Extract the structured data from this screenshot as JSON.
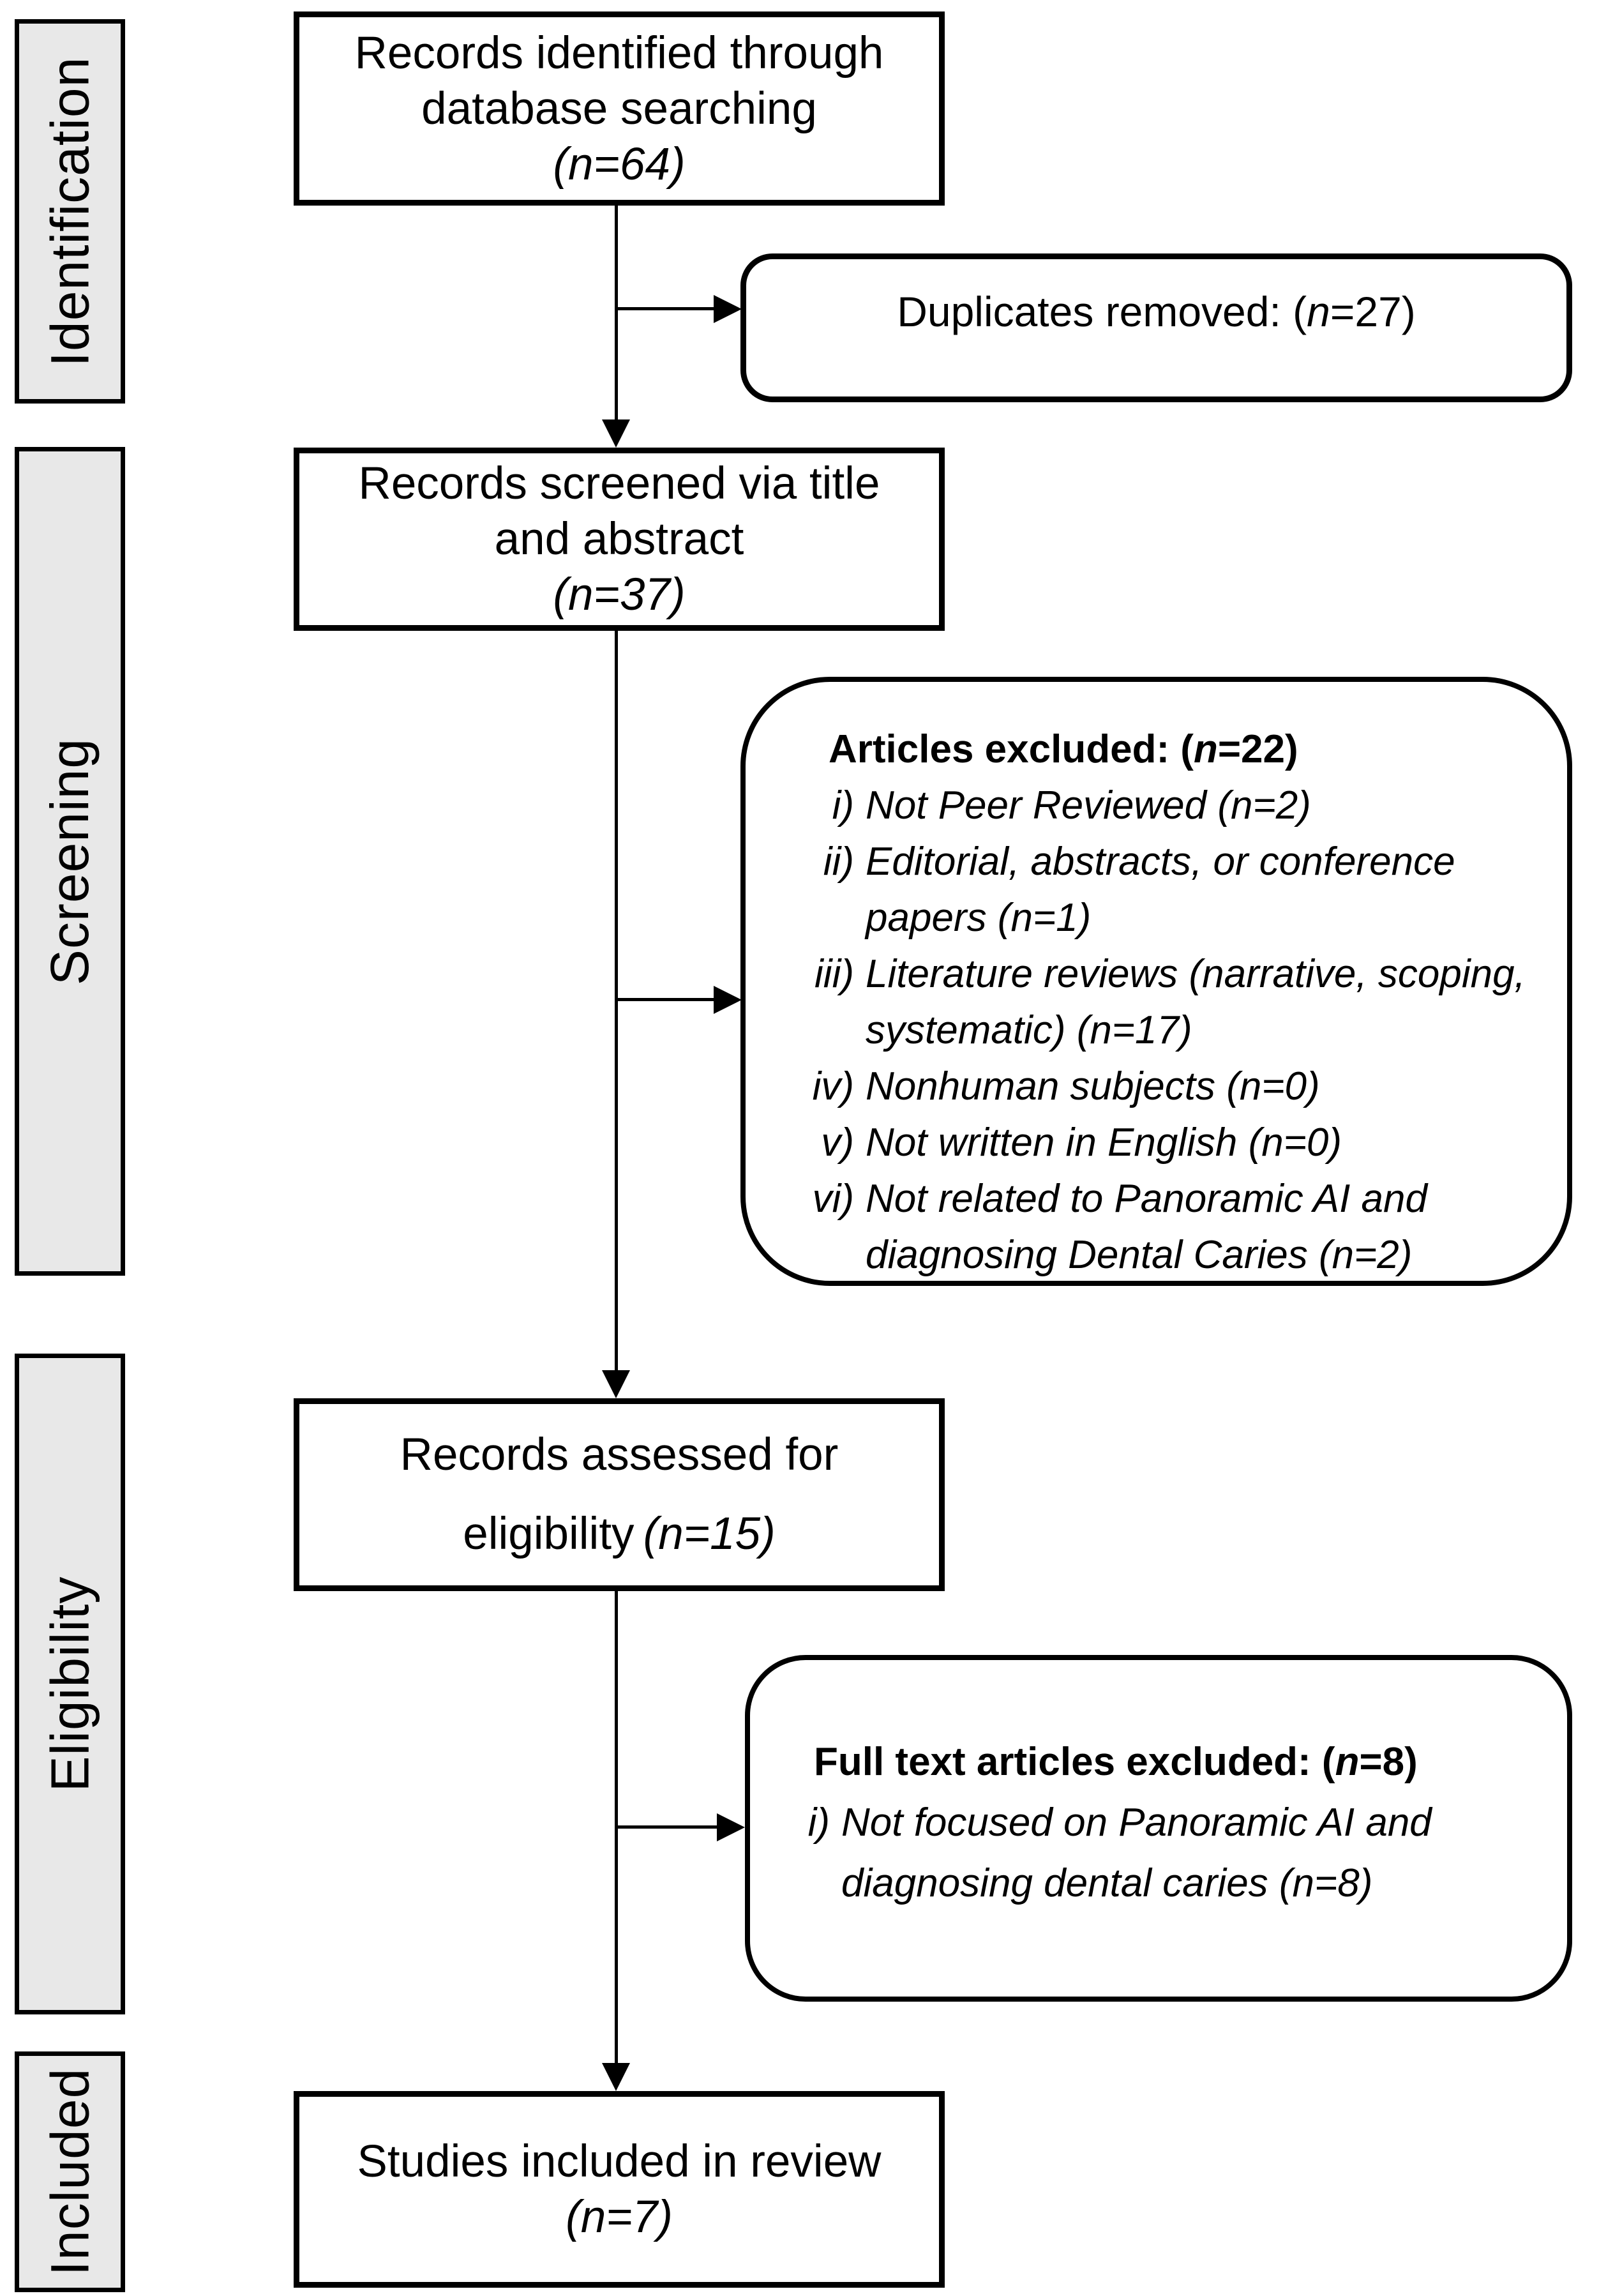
{
  "figure": {
    "stage_labels": [
      "Identification",
      "Screening",
      "Eligibility",
      "Included"
    ],
    "boxes": {
      "identified": {
        "line1": "Records identified through",
        "line2": "database searching",
        "count": "(n=64)"
      },
      "duplicates": {
        "pre": "Duplicates removed: (",
        "n": "n",
        "post": "=27)"
      },
      "screened": {
        "line1": "Records screened via title",
        "line2": "and abstract",
        "count": "(n=37)"
      },
      "articles_excluded": {
        "title_pre": "Articles excluded: (",
        "title_n": "n",
        "title_post": "=22)",
        "items": [
          {
            "num": "i)",
            "text": "Not Peer Reviewed (n=2)"
          },
          {
            "num": "ii)",
            "text": "Editorial, abstracts, or conference papers (n=1)"
          },
          {
            "num": "iii)",
            "text": "Literature reviews (narrative, scoping, systematic) (n=17)"
          },
          {
            "num": "iv)",
            "text": "Nonhuman subjects (n=0)"
          },
          {
            "num": "v)",
            "text": "Not written in English (n=0)"
          },
          {
            "num": "vi)",
            "text": "Not related to Panoramic AI and diagnosing Dental Caries (n=2)"
          }
        ]
      },
      "assessed": {
        "line1": "Records assessed for",
        "line2": "eligibility",
        "count": "(n=15)"
      },
      "fulltext_excluded": {
        "title_pre": "Full text articles excluded: (",
        "title_n": "n",
        "title_post": "=8)",
        "items": [
          {
            "num": "i)",
            "text": "Not focused on Panoramic AI and diagnosing dental caries (n=8)"
          }
        ]
      },
      "included": {
        "line1": "Studies included in review",
        "count": "(n=7)"
      }
    },
    "colors": {
      "stage_fill": "#e8e8e8",
      "stroke": "#000000",
      "background": "#ffffff"
    }
  }
}
